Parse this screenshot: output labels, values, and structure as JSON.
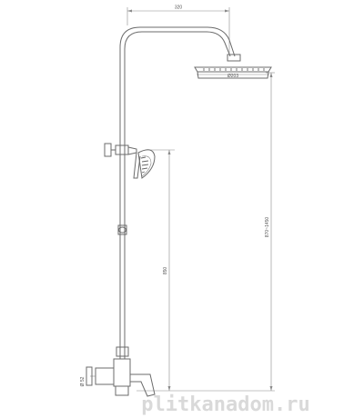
{
  "dimensions": {
    "arm_width": "320",
    "head_diameter": "Ø203",
    "mixer_to_holder": "850",
    "total_height": "870~1450",
    "wall_offset": "Ø 52"
  },
  "watermark": "plitkanadom.ru",
  "colors": {
    "line": "#6b6b6b",
    "dimension": "#8a8a8a",
    "watermark": "#d9d9d9"
  }
}
